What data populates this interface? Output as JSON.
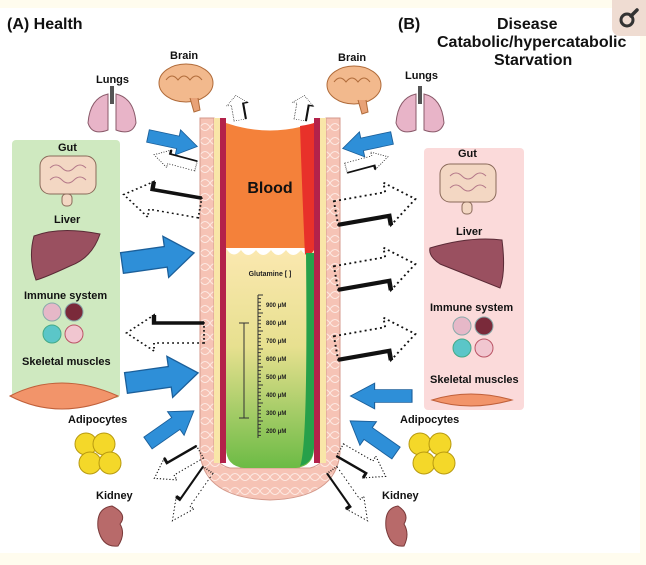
{
  "panel_a": {
    "title": "(A) Health",
    "highlight_color": "#cfe9c0",
    "organs": {
      "brain": "Brain",
      "lungs": "Lungs",
      "gut": "Gut",
      "liver": "Liver",
      "immune": "Immune system",
      "muscles": "Skeletal muscles",
      "adipocytes": "Adipocytes",
      "kidney": "Kidney"
    }
  },
  "panel_b": {
    "title": "(B)",
    "condition_lines": [
      "Disease",
      "Catabolic/hypercatabolic",
      "Starvation"
    ],
    "highlight_color": "#fbdada",
    "organs": {
      "brain": "Brain",
      "lungs": "Lungs",
      "gut": "Gut",
      "liver": "Liver",
      "immune": "Immune system",
      "muscles": "Skeletal muscles",
      "adipocytes": "Adipocytes",
      "kidney": "Kidney"
    }
  },
  "vessel": {
    "label": "Blood",
    "scale_title": "Glutamine [ ]",
    "scale_ticks": [
      "900 μM",
      "800 μM",
      "700 μM",
      "600 μM",
      "500 μM",
      "400 μM",
      "300 μM",
      "200 μM"
    ],
    "normal_range_um": [
      300,
      800
    ]
  },
  "colors": {
    "release_arrow": "#2e8fd8",
    "blood": "#f4813a",
    "wall": "#f6c3b5"
  },
  "icons": {
    "zoom": "magnifier-icon"
  }
}
